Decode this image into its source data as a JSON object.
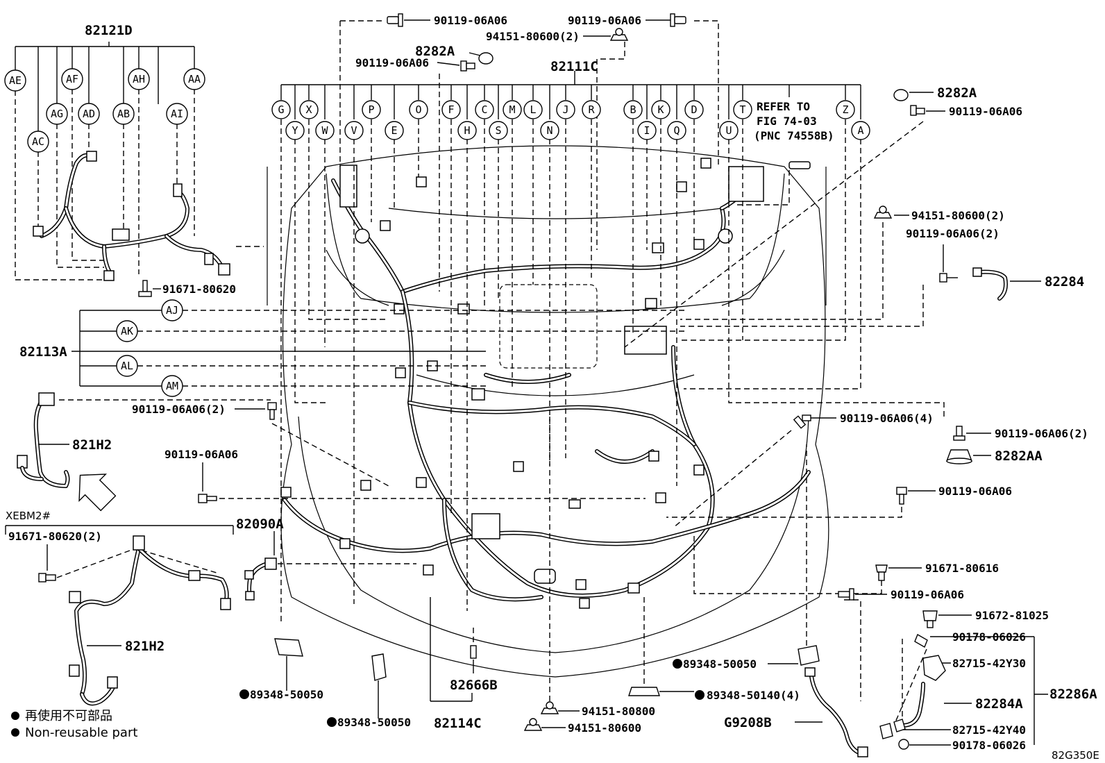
{
  "diagram": {
    "part_numbers": {
      "main_harness": "82111C",
      "sub_harness": "82121D",
      "engine_room_harness": "82113A",
      "sensor_harness_a": "821H2",
      "sensor_harness_b": "821H2",
      "clamp_top": "8282A",
      "clamp_right": "8282A",
      "clamp_aa": "8282AA",
      "sensor_wire": "82284",
      "sensor_wire_a": "82284A",
      "sensor_assy": "82286A",
      "protector": "82090A",
      "retainer": "82666B",
      "floor_wire": "82114C",
      "ground_wire": "G9208B"
    },
    "fasteners": {
      "top_left_bolt": "90119-06A06",
      "top_right_bolt": "90119-06A06",
      "nut_top": "94151-80600(2)",
      "clamp_bolt": "90119-06A06",
      "right_clamp_bolt": "90119-06A06",
      "nut_right": "94151-80600(2)",
      "bolt_right_2": "90119-06A06(2)",
      "sub_bolt": "91671-80620",
      "left_bolt_2": "90119-06A06(2)",
      "left_bolt": "90119-06A06",
      "center_bolt_4": "90119-06A06(4)",
      "right_bolt_2b": "90119-06A06(2)",
      "right_bolt_mid": "90119-06A06",
      "bolt_80616": "91671-80616",
      "bolt_low_right": "90119-06A06",
      "bolt_81025": "91672-81025",
      "clip_a": "90178-06026",
      "clip_b": "90178-06026",
      "clamp_y30": "82715-42Y30",
      "clamp_y40": "82715-42Y40",
      "xebm_bolt": "91671-80620(2)",
      "grom_left": "89348-50050",
      "grom_center": "89348-50050",
      "grom_right": "89348-50050",
      "grom_140": "89348-50140(4)",
      "nut_800": "94151-80800",
      "nut_600": "94151-80600"
    },
    "connector_callouts_sub": [
      "AE",
      "AC",
      "AG",
      "AF",
      "AD",
      "AB",
      "AH",
      "AI",
      "AA"
    ],
    "connector_callouts_main_row1": [
      "G",
      "X",
      "P",
      "O",
      "F",
      "C",
      "M",
      "L",
      "J",
      "R",
      "B",
      "K",
      "D",
      "T",
      "Z"
    ],
    "connector_callouts_main_row2": [
      "Y",
      "W",
      "V",
      "E",
      "H",
      "S",
      "N",
      "I",
      "Q",
      "U",
      "A"
    ],
    "connector_callouts_engine": [
      "AJ",
      "AK",
      "AL",
      "AM"
    ],
    "refer_note": [
      "REFER TO",
      "FIG 74-03",
      "(PNC 74558B)"
    ],
    "variant_code": "XEBM2#",
    "legend": {
      "jp": "再使用不可部品",
      "en": "Non-reusable part"
    },
    "figure_code": "82G350E"
  }
}
